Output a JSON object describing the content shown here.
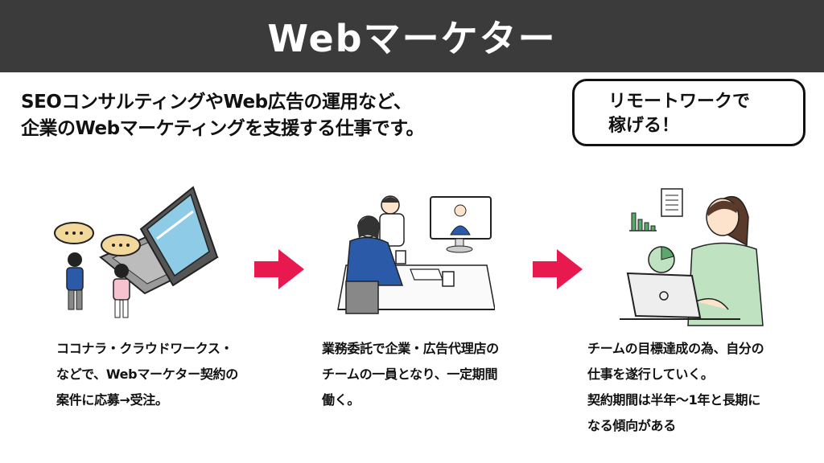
{
  "header": {
    "title": "Webマーケター"
  },
  "intro": {
    "line1": "SEOコンサルティングやWeb広告の運用など、",
    "line2": "企業のWebマーケティングを支援する仕事です。"
  },
  "badge": {
    "line1": "リモートワークで",
    "line2": "稼げる！"
  },
  "steps": [
    {
      "icon": "laptop-people-illustration",
      "lines": [
        "ココナラ・クラウドワークス・",
        "などで、Webマーケター契約の",
        "案件に応募→受注。"
      ]
    },
    {
      "icon": "video-meeting-illustration",
      "lines": [
        "業務委託で企業・広告代理店の",
        "チームの一員となり、一定期間",
        "働く。"
      ]
    },
    {
      "icon": "woman-laptop-illustration",
      "lines": [
        "チームの目標達成の為、自分の",
        "仕事を遂行していく。",
        "契約期間は半年〜1年と長期に",
        "なる傾向がある"
      ]
    }
  ],
  "colors": {
    "header_bg": "#3b3b3b",
    "arrow": "#e8194f",
    "shirt_blue": "#2a5aa8",
    "shirt_green": "#bfe3c0"
  }
}
